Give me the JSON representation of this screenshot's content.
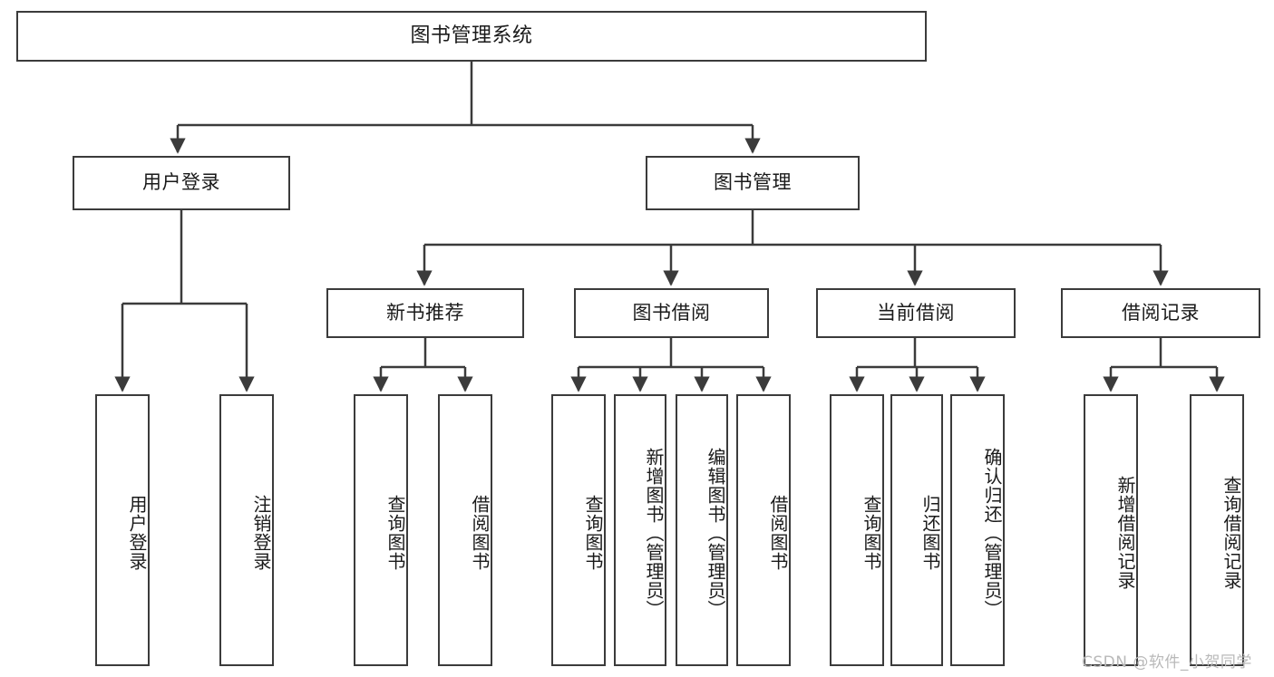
{
  "diagram": {
    "title": "图书管理系统",
    "type": "tree-hierarchy",
    "orientation": "top-down",
    "line_color": "#3b3b3b",
    "box_fill": "#ffffff",
    "text_color": "#1a1a1a",
    "watermark": "CSDN @软件_小贺同学"
  },
  "nodes": {
    "root": {
      "label": "图书管理系统",
      "level": 1
    },
    "level2": [
      {
        "id": "user-login",
        "label": "用户登录"
      },
      {
        "id": "book-manage",
        "label": "图书管理"
      }
    ],
    "level3": [
      {
        "id": "new-book-recommend",
        "label": "新书推荐",
        "parent": "book-manage"
      },
      {
        "id": "book-borrow",
        "label": "图书借阅",
        "parent": "book-manage"
      },
      {
        "id": "current-borrow",
        "label": "当前借阅",
        "parent": "book-manage"
      },
      {
        "id": "borrow-record",
        "label": "借阅记录",
        "parent": "book-manage"
      }
    ],
    "leaves": {
      "user_login": [
        {
          "id": "leaf-user-login",
          "label": "用户登录"
        },
        {
          "id": "leaf-logout-login",
          "label": "注销登录"
        }
      ],
      "new_book_recommend": [
        {
          "id": "leaf-query-book-1",
          "label": "查询图书"
        },
        {
          "id": "leaf-borrow-book-1",
          "label": "借阅图书"
        }
      ],
      "book_borrow": [
        {
          "id": "leaf-query-book-2",
          "label": "查询图书"
        },
        {
          "id": "leaf-add-book",
          "label": "新增图书（管理员）"
        },
        {
          "id": "leaf-edit-book",
          "label": "编辑图书（管理员）"
        },
        {
          "id": "leaf-borrow-book-2",
          "label": "借阅图书"
        }
      ],
      "current_borrow": [
        {
          "id": "leaf-query-book-3",
          "label": "查询图书"
        },
        {
          "id": "leaf-return-book",
          "label": "归还图书"
        },
        {
          "id": "leaf-confirm-return",
          "label": "确认归还（管理员）"
        }
      ],
      "borrow_record": [
        {
          "id": "leaf-add-record",
          "label": "新增借阅记录"
        },
        {
          "id": "leaf-query-record",
          "label": "查询借阅记录"
        }
      ]
    }
  }
}
